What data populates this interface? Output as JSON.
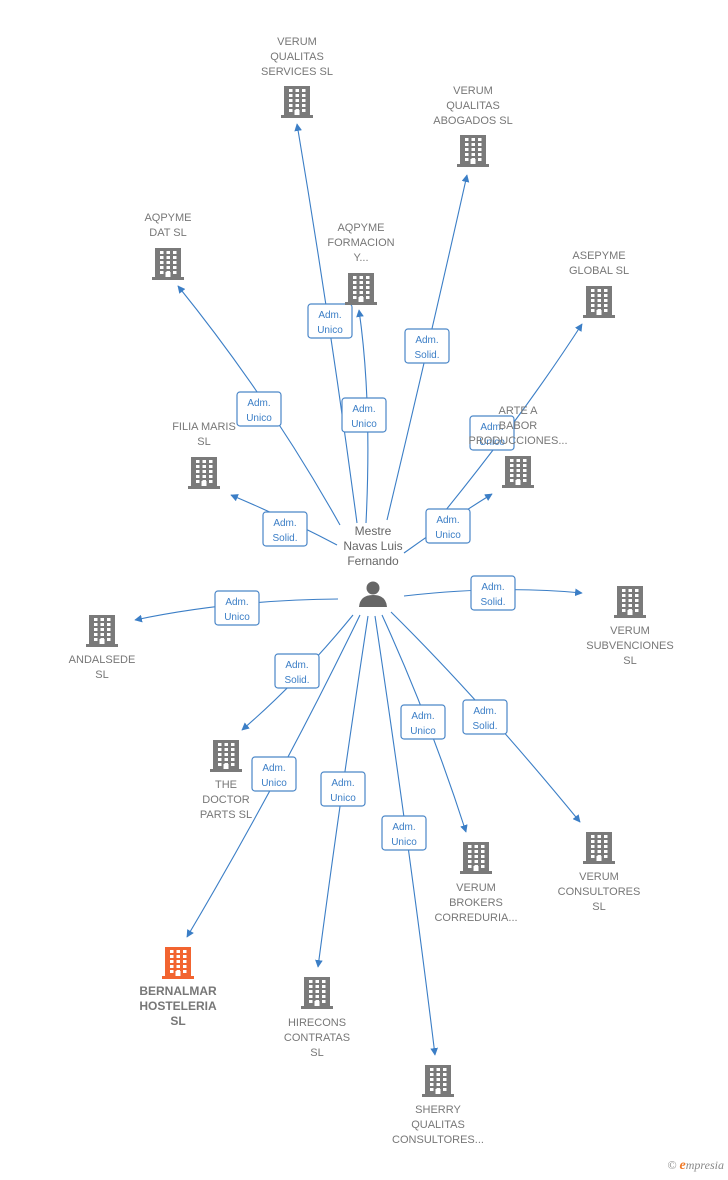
{
  "colors": {
    "edge": "#3b7ec6",
    "company": "#7a7a7a",
    "highlight": "#f26430",
    "person": "#666666"
  },
  "center": {
    "label_lines": [
      "Mestre",
      "Navas Luis",
      "Fernando"
    ],
    "icon": "person-icon"
  },
  "nodes": [
    {
      "id": "verum-qualitas-services",
      "label_lines": [
        "VERUM",
        "QUALITAS",
        "SERVICES  SL"
      ],
      "icon": "building-icon"
    },
    {
      "id": "verum-qualitas-abogados",
      "label_lines": [
        "VERUM",
        "QUALITAS",
        "ABOGADOS  SL"
      ],
      "icon": "building-icon"
    },
    {
      "id": "aqpyme-dat",
      "label_lines": [
        "AQPYME",
        "DAT SL"
      ],
      "icon": "building-icon"
    },
    {
      "id": "aqpyme-formacion",
      "label_lines": [
        "AQPYME",
        "FORMACION",
        "Y..."
      ],
      "icon": "building-icon"
    },
    {
      "id": "asepyme-global",
      "label_lines": [
        "ASEPYME",
        "GLOBAL SL"
      ],
      "icon": "building-icon"
    },
    {
      "id": "filia-maris",
      "label_lines": [
        "FILIA MARIS",
        "SL"
      ],
      "icon": "building-icon"
    },
    {
      "id": "arte-a-babor",
      "label_lines": [
        "ARTE A",
        "BABOR",
        "PRODUCCIONES..."
      ],
      "icon": "building-icon"
    },
    {
      "id": "andalsede",
      "label_lines": [
        "ANDALSEDE",
        "SL"
      ],
      "icon": "building-icon"
    },
    {
      "id": "verum-subvenciones",
      "label_lines": [
        "VERUM",
        "SUBVENCIONES",
        "SL"
      ],
      "icon": "building-icon"
    },
    {
      "id": "the-doctor-parts",
      "label_lines": [
        "THE",
        "DOCTOR",
        "PARTS  SL"
      ],
      "icon": "building-icon"
    },
    {
      "id": "verum-brokers",
      "label_lines": [
        "VERUM",
        "BROKERS",
        "CORREDURIA..."
      ],
      "icon": "building-icon"
    },
    {
      "id": "verum-consultores",
      "label_lines": [
        "VERUM",
        "CONSULTORES",
        "SL"
      ],
      "icon": "building-icon"
    },
    {
      "id": "bernalmar-hosteleria",
      "label_lines": [
        "BERNALMAR",
        "HOSTELERIA",
        "SL"
      ],
      "icon": "building-icon",
      "highlight": true
    },
    {
      "id": "hirecons-contratas",
      "label_lines": [
        "HIRECONS",
        "CONTRATAS",
        "SL"
      ],
      "icon": "building-icon"
    },
    {
      "id": "sherry-qualitas",
      "label_lines": [
        "SHERRY",
        "QUALITAS",
        "CONSULTORES..."
      ],
      "icon": "building-icon"
    }
  ],
  "edges": [
    {
      "to": "verum-qualitas-services",
      "label_lines": [
        "Adm.",
        "Unico"
      ]
    },
    {
      "to": "verum-qualitas-abogados",
      "label_lines": [
        "Adm.",
        "Solid."
      ]
    },
    {
      "to": "aqpyme-dat",
      "label_lines": [
        "Adm.",
        "Unico"
      ]
    },
    {
      "to": "aqpyme-formacion",
      "label_lines": [
        "Adm.",
        "Unico"
      ]
    },
    {
      "to": "asepyme-global",
      "label_lines": [
        "Adm.",
        "Unico"
      ]
    },
    {
      "to": "filia-maris",
      "label_lines": [
        "Adm.",
        "Solid."
      ]
    },
    {
      "to": "arte-a-babor",
      "label_lines": [
        "Adm.",
        "Unico"
      ]
    },
    {
      "to": "andalsede",
      "label_lines": [
        "Adm.",
        "Unico"
      ]
    },
    {
      "to": "verum-subvenciones",
      "label_lines": [
        "Adm.",
        "Solid."
      ]
    },
    {
      "to": "the-doctor-parts",
      "label_lines": [
        "Adm.",
        "Solid."
      ]
    },
    {
      "to": "verum-brokers",
      "label_lines": [
        "Adm.",
        "Unico"
      ]
    },
    {
      "to": "verum-consultores",
      "label_lines": [
        "Adm.",
        "Solid."
      ]
    },
    {
      "to": "bernalmar-hosteleria",
      "label_lines": [
        "Adm.",
        "Unico"
      ]
    },
    {
      "to": "hirecons-contratas",
      "label_lines": [
        "Adm.",
        "Unico"
      ]
    },
    {
      "to": "sherry-qualitas",
      "label_lines": [
        "Adm.",
        "Unico"
      ]
    }
  ],
  "footer": {
    "copyright_symbol": "©",
    "brand_initial": "e",
    "brand_rest": "mpresia"
  }
}
